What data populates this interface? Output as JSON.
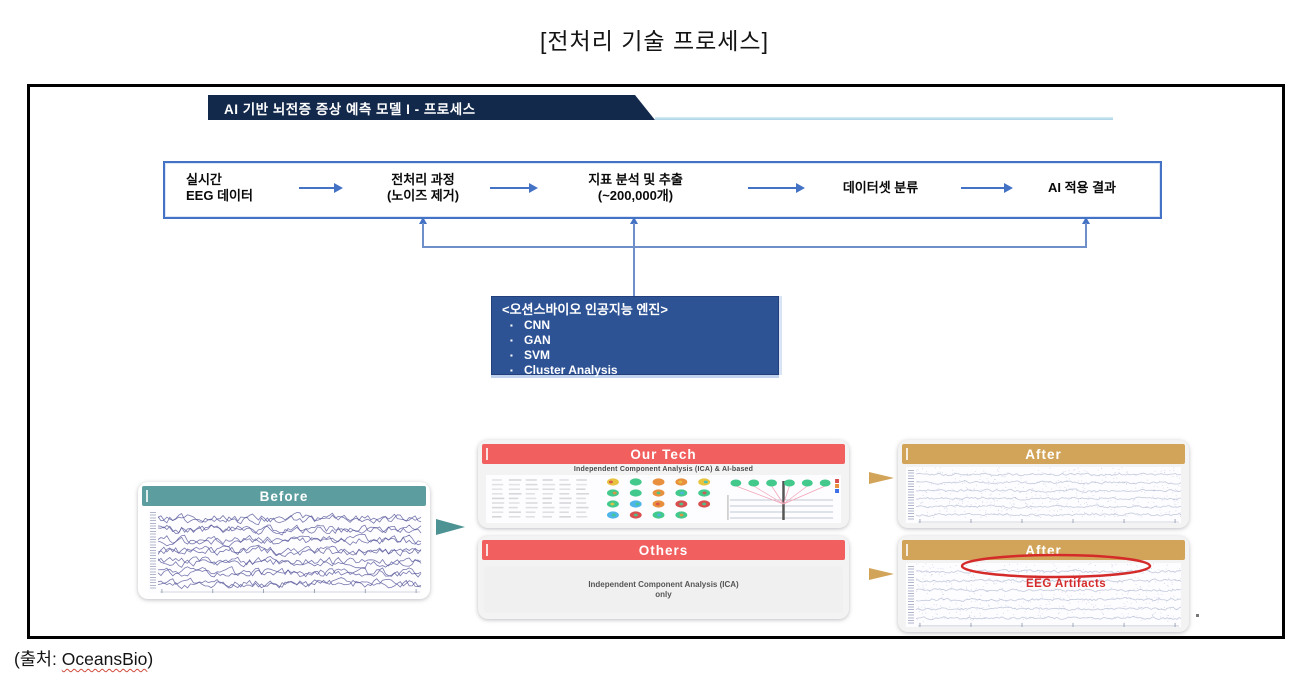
{
  "page": {
    "title": "[전처리 기술 프로세스]",
    "source_prefix": "(출처: ",
    "source_link": "OceansBio",
    "source_suffix": ")"
  },
  "banner": {
    "label": "AI 기반 뇌전증 증상 예측 모델 I - 프로세스"
  },
  "flow": {
    "steps": [
      {
        "line1": "실시간",
        "line2": "EEG 데이터"
      },
      {
        "line1": "전처리 과정",
        "line2": "(노이즈 제거)"
      },
      {
        "line1": "지표 분석 및 추출",
        "line2": "(~200,000개)"
      },
      {
        "line1": "데이터셋 분류"
      },
      {
        "line1": "AI 적용 결과"
      }
    ]
  },
  "engine": {
    "title": "<오션스바이오 인공지능 엔진>",
    "items": [
      "CNN",
      "GAN",
      "SVM",
      "Cluster Analysis"
    ]
  },
  "comparison": {
    "before": {
      "label": "Before"
    },
    "our_tech": {
      "label": "Our Tech",
      "subtitle": "Independent Component Analysis (ICA) & AI-based"
    },
    "others": {
      "label": "Others",
      "line1": "Independent Component Analysis (ICA)",
      "line2": "only"
    },
    "after_top": {
      "label": "After"
    },
    "after_bottom": {
      "label": "After",
      "annotation": "EEG Artifacts"
    }
  },
  "colors": {
    "banner_navy": "#13294B",
    "flow_blue": "#4472C4",
    "connector_blue": "#6E8FC9",
    "engine_blue": "#2E5395",
    "teal": "#5C9EA0",
    "red": "#F15F5F",
    "tan": "#D2A459",
    "artifact_red": "#D42A2A",
    "underline_blue": "#B8DCEA",
    "eeg_purple": "#5B5B9E"
  }
}
